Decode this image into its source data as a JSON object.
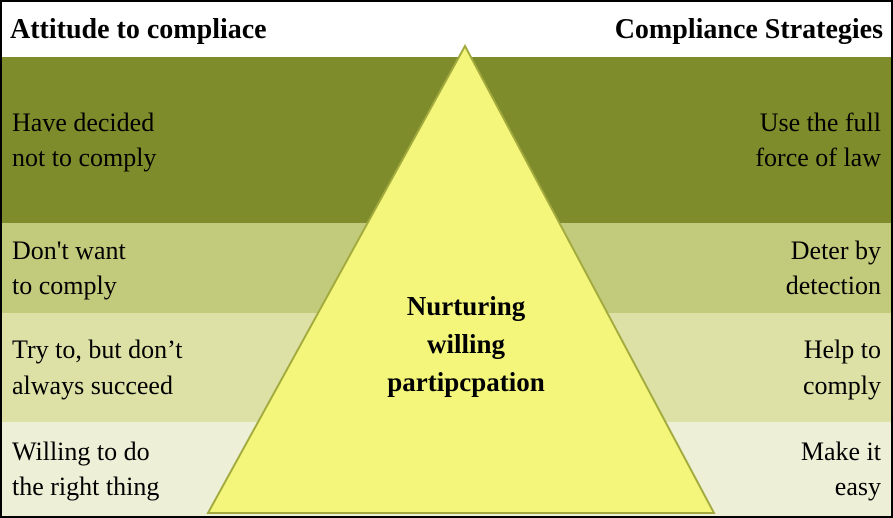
{
  "header": {
    "left": "Attitude to compliace",
    "right": "Compliance Strategies"
  },
  "bands": [
    {
      "attitude": "Have decided\nnot to comply",
      "strategy": "Use the full\nforce of law",
      "color": "#7f8c2b"
    },
    {
      "attitude": "Don't want\nto comply",
      "strategy": "Deter by\ndetection",
      "color": "#c2ca7b"
    },
    {
      "attitude": "Try to, but don’t\nalways succeed",
      "strategy": "Help to\ncomply",
      "color": "#dde1a6"
    },
    {
      "attitude": "Willing to do\nthe right thing",
      "strategy": "Make it\neasy",
      "color": "#edefd6"
    }
  ],
  "pyramid": {
    "label": "Nurturing\nwilling\npartipcpation",
    "fill": "#f4f67c",
    "stroke": "#a2aa3d"
  }
}
